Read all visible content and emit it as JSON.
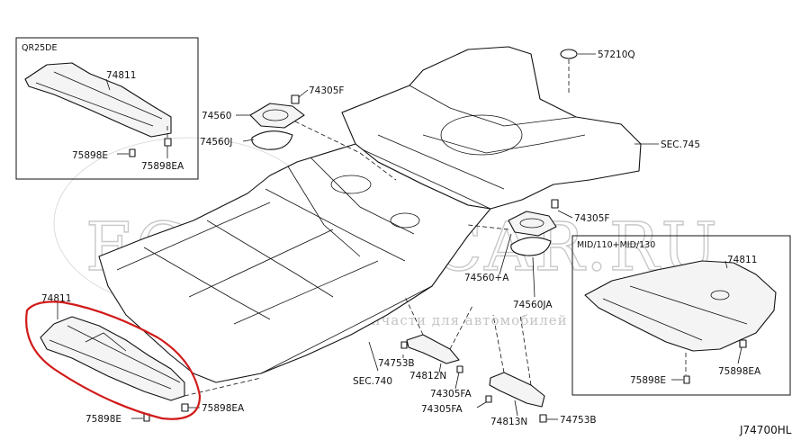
{
  "diagram_id": "J74700HL",
  "watermark": {
    "main": "ECONOMCAR.RU",
    "sub": "автозапчасти электроника запчасти для автомобилей"
  },
  "insets": {
    "left": {
      "title": "QR25DE",
      "labels": {
        "cover": "74811",
        "bolt": "75898E",
        "clip": "75898EA"
      }
    },
    "right": {
      "title": "MID/110+MID/130",
      "labels": {
        "cover": "74811",
        "bolt": "75898E",
        "clip": "75898EA"
      }
    }
  },
  "main": {
    "labels": {
      "plug_top": "57210Q",
      "sec_745": "SEC.745",
      "sec_740": "SEC.740",
      "cap_upper": "74305F",
      "cover_upper": "74560",
      "seal_upper": "74560J",
      "cap_lower": "74305F",
      "cover_lower": "74560+A",
      "seal_lower": "74560JA",
      "under_cover": "74811",
      "under_bolt": "75898E",
      "under_clip": "75898EA",
      "bracket_bolt_a": "74753B",
      "bracket_n": "74812N",
      "clip_fa": "74305FA",
      "clip_fa2": "74305FA",
      "bracket_813n": "74813N",
      "bracket_bolt_b": "74753B"
    }
  },
  "highlight": {
    "color": "#d11a1a"
  }
}
